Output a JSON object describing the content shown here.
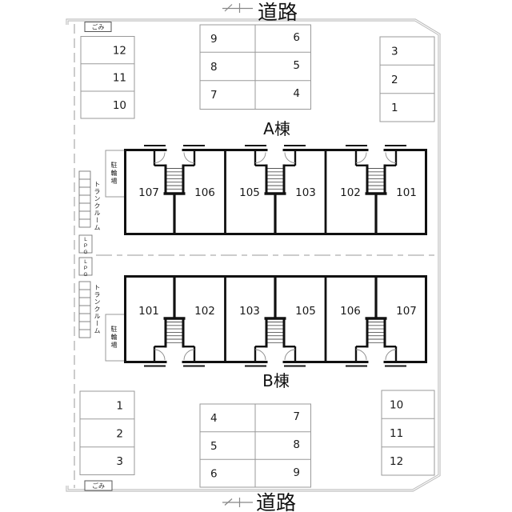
{
  "site": {
    "road_label_top": "道路",
    "road_label_bottom": "道路",
    "garbage_label_top": "ごみ",
    "garbage_label_bottom": "ごみ"
  },
  "buildings": {
    "a": {
      "label": "A棟",
      "rooms": [
        "107",
        "106",
        "105",
        "103",
        "102",
        "101"
      ]
    },
    "b": {
      "label": "B棟",
      "rooms": [
        "101",
        "102",
        "103",
        "105",
        "106",
        "107"
      ]
    }
  },
  "facilities": {
    "bicycle_parking_label": "駐輪場",
    "trunk_room_label": "トランクルーム",
    "lpg_label": "LPG"
  },
  "parking": {
    "top_left": [
      "12",
      "11",
      "10"
    ],
    "top_center_left_col": [
      "9",
      "8",
      "7"
    ],
    "top_center_right_col": [
      "6",
      "5",
      "4"
    ],
    "top_right": [
      "3",
      "2",
      "1"
    ],
    "bottom_left": [
      "1",
      "2",
      "3"
    ],
    "bottom_center_left_col": [
      "4",
      "5",
      "6"
    ],
    "bottom_center_right_col": [
      "7",
      "8",
      "9"
    ],
    "bottom_right": [
      "10",
      "11",
      "12"
    ]
  },
  "colors": {
    "wall": "#111111",
    "boundary": "#bcbcbc",
    "parking_line": "#9a9a9a",
    "background": "#ffffff"
  }
}
